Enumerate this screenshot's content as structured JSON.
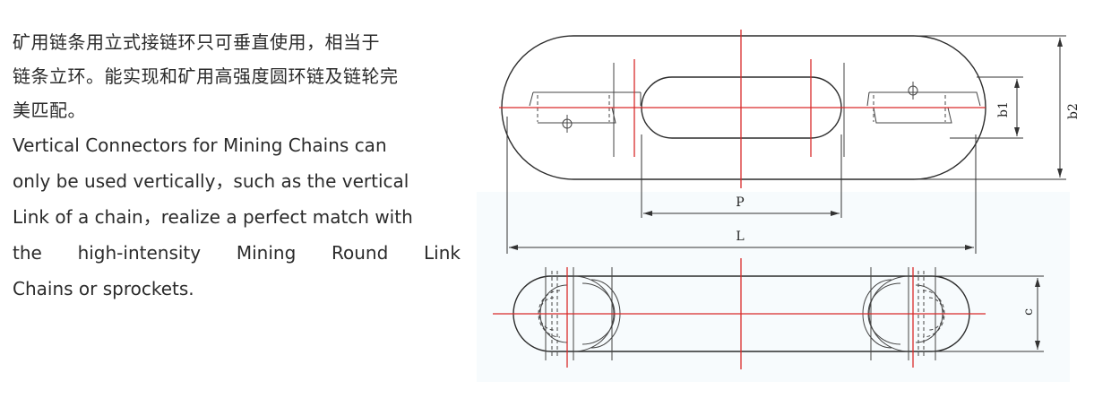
{
  "description": {
    "zh_lines": [
      "矿用链条用立式接链环只可垂直使用，相当于",
      "链条立环。能实现和矿用高强度圆环链及链轮完",
      "美匹配。"
    ],
    "en_lines": [
      "Vertical Connectors for Mining Chains can",
      "only be used vertically，such as the vertical",
      "Link of a chain，realize a perfect match with",
      "the high-intensity Mining Round Link",
      "Chains or sprockets."
    ]
  },
  "diagram": {
    "labels": {
      "p": "P",
      "l": "L",
      "b1": "b1",
      "b2": "b2",
      "c": "c"
    }
  },
  "colors": {
    "centerline": "#d92b2b",
    "outline": "#2c2c2c",
    "text": "#2b2b2b"
  }
}
